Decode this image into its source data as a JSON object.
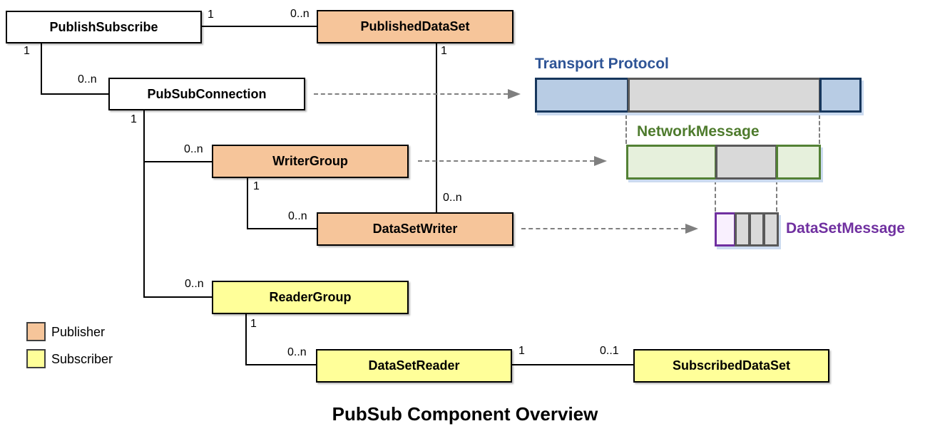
{
  "title": "PubSub Component Overview",
  "nodes": {
    "publish_subscribe": {
      "label": "PublishSubscribe",
      "role": "neutral"
    },
    "published_data_set": {
      "label": "PublishedDataSet",
      "role": "publisher"
    },
    "pub_sub_connection": {
      "label": "PubSubConnection",
      "role": "neutral"
    },
    "writer_group": {
      "label": "WriterGroup",
      "role": "publisher"
    },
    "data_set_writer": {
      "label": "DataSetWriter",
      "role": "publisher"
    },
    "reader_group": {
      "label": "ReaderGroup",
      "role": "subscriber"
    },
    "data_set_reader": {
      "label": "DataSetReader",
      "role": "subscriber"
    },
    "subscribed_data_set": {
      "label": "SubscribedDataSet",
      "role": "subscriber"
    }
  },
  "relations": [
    {
      "from": "PublishSubscribe",
      "to": "PublishedDataSet",
      "from_card": "1",
      "to_card": "0..n"
    },
    {
      "from": "PublishSubscribe",
      "to": "PubSubConnection",
      "from_card": "1",
      "to_card": "0..n"
    },
    {
      "from": "PubSubConnection",
      "to": "WriterGroup",
      "from_card": "1",
      "to_card": "0..n"
    },
    {
      "from": "PubSubConnection",
      "to": "ReaderGroup",
      "from_card": "1",
      "to_card": "0..n"
    },
    {
      "from": "WriterGroup",
      "to": "DataSetWriter",
      "from_card": "1",
      "to_card": "0..n"
    },
    {
      "from": "PublishedDataSet",
      "to": "DataSetWriter",
      "from_card": "1",
      "to_card": "0..n"
    },
    {
      "from": "ReaderGroup",
      "to": "DataSetReader",
      "from_card": "1",
      "to_card": "0..n"
    },
    {
      "from": "DataSetReader",
      "to": "SubscribedDataSet",
      "from_card": "1",
      "to_card": "0..1"
    }
  ],
  "message_layers": {
    "transport": {
      "label": "Transport Protocol",
      "label_color": "#2e5496",
      "header_fill": "#b8cce4",
      "header_border": "#17375d"
    },
    "network": {
      "label": "NetworkMessage",
      "label_color": "#4e7b2d",
      "header_fill": "#e6f0dc",
      "header_border": "#538135"
    },
    "dataset": {
      "label": "DataSetMessage",
      "label_color": "#7030a0",
      "header_fill": "#f9f0fe",
      "header_border": "#7030a0"
    },
    "payload_fill": "#d9d9d9",
    "payload_border": "#595959",
    "arrow_color": "#7f7f7f"
  },
  "legend": {
    "items": [
      {
        "label": "Publisher",
        "color": "#f6c59a"
      },
      {
        "label": "Subscriber",
        "color": "#ffff99"
      }
    ]
  }
}
